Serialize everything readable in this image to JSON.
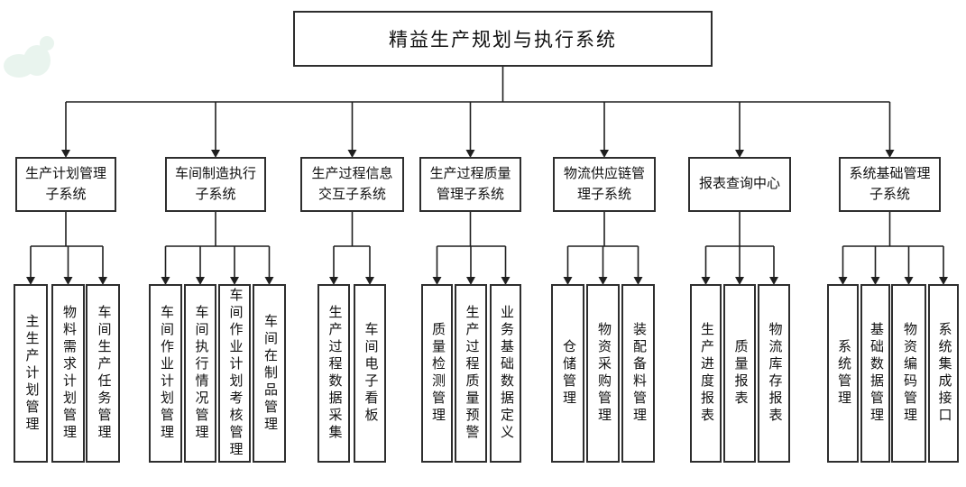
{
  "root": {
    "label": "精益生产规划与执行系统"
  },
  "groups": [
    {
      "label": "生产计划管理\n子系统",
      "children": [
        "主生产计划管理",
        "物料需求计划管理",
        "车间生产任务管理"
      ]
    },
    {
      "label": "车间制造执行\n子系统",
      "children": [
        "车间作业计划管理",
        "车间执行情况管理",
        "车间作业计划考核管理",
        "车间在制品管理"
      ]
    },
    {
      "label": "生产过程信息\n交互子系统",
      "children": [
        "生产过程数据采集",
        "车间电子看板"
      ]
    },
    {
      "label": "生产过程质量\n管理子系统",
      "children": [
        "质量检测管理",
        "生产过程质量预警",
        "业务基础数据定义"
      ]
    },
    {
      "label": "物流供应链管\n理子系统",
      "children": [
        "仓储管理",
        "物资采购管理",
        "装配备料管理"
      ]
    },
    {
      "label": "报表查询中心",
      "children": [
        "生产进度报表",
        "质量报表",
        "物流库存报表"
      ]
    },
    {
      "label": "系统基础管理\n子系统",
      "children": [
        "系统管理",
        "基础数据管理",
        "物资编码管理",
        "系统集成接口"
      ]
    }
  ],
  "colors": {
    "line": "#1f1f1f",
    "border": "#2e2e2e",
    "background": "#ffffff",
    "watermark": "#e9f4ee"
  }
}
